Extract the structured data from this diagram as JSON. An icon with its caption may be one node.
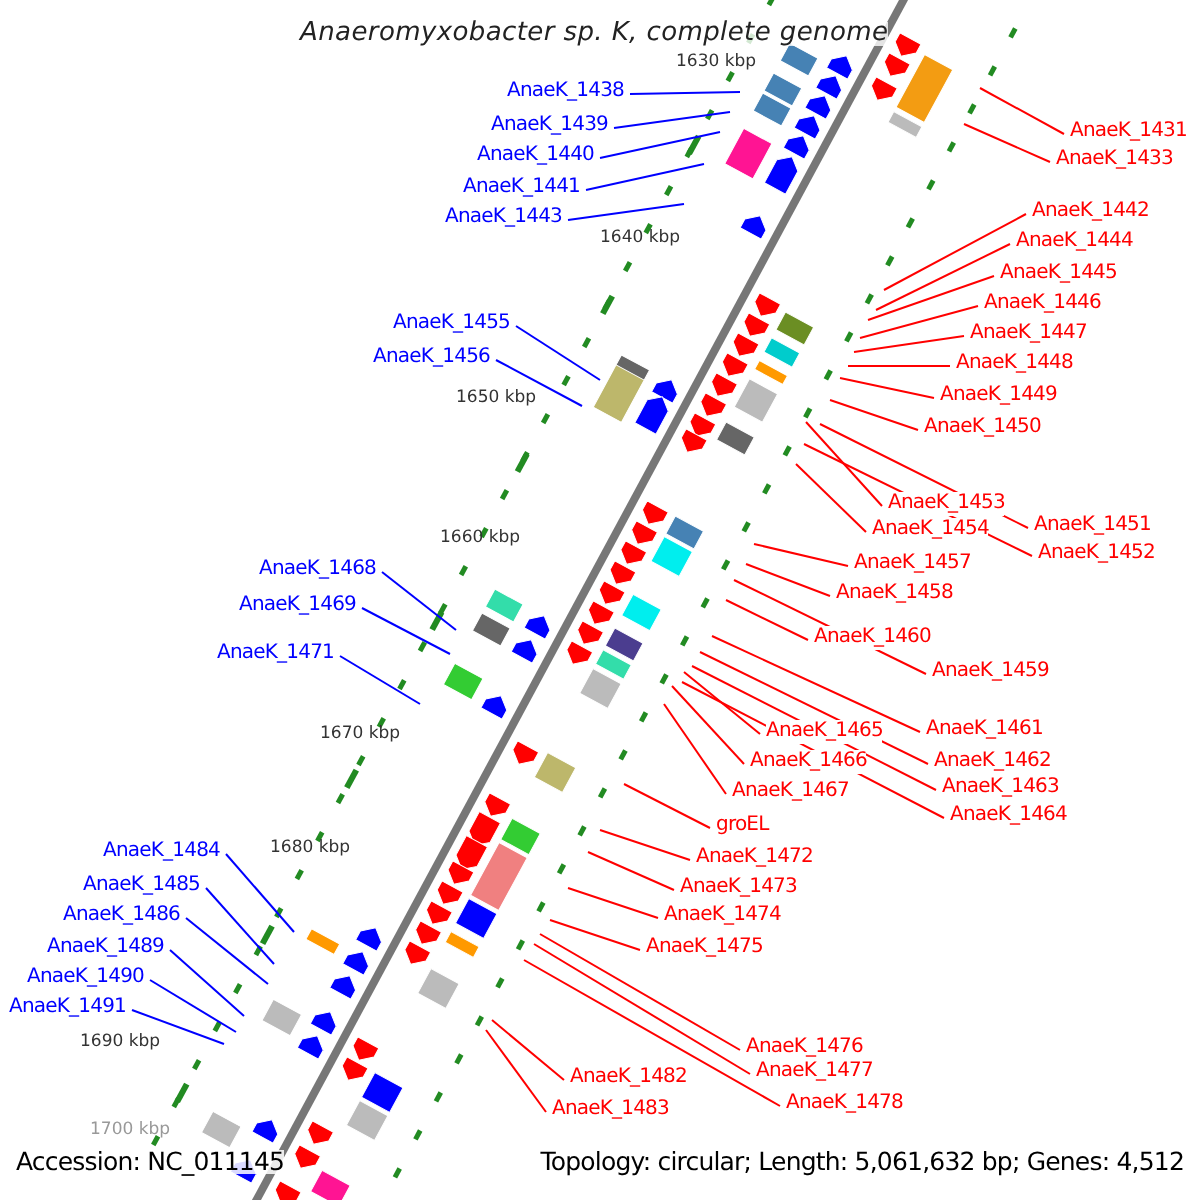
{
  "diagram": {
    "title": "Anaeromyxobacter sp. K, complete genome",
    "nodes": [
      {
        "text": [
          "AnaeK_1438"
        ]
      },
      {
        "text": [
          "AnaeK_1439"
        ]
      },
      {
        "text": [
          "AnaeK_1440"
        ]
      },
      {
        "text": [
          "AnaeK_1441"
        ]
      },
      {
        "text": [
          "AnaeK_1443"
        ]
      },
      {
        "text": [
          "AnaeK_1455"
        ]
      },
      {
        "text": [
          "AnaeK_1456"
        ]
      },
      {
        "text": [
          "AnaeK_1468"
        ]
      },
      {
        "text": [
          "AnaeK_1469"
        ]
      },
      {
        "text": [
          "AnaeK_1471"
        ]
      },
      {
        "text": [
          "AnaeK_1484"
        ]
      },
      {
        "text": [
          "AnaeK_1485"
        ]
      },
      {
        "text": [
          "AnaeK_1486"
        ]
      },
      {
        "text": [
          "AnaeK_1489"
        ]
      },
      {
        "text": [
          "AnaeK_1490"
        ]
      },
      {
        "text": [
          "AnaeK_1491"
        ]
      },
      {
        "text": [
          "AnaeK_1431"
        ]
      },
      {
        "text": [
          "AnaeK_1433"
        ]
      },
      {
        "text": [
          "AnaeK_1442"
        ]
      },
      {
        "text": [
          "AnaeK_1444"
        ]
      },
      {
        "text": [
          "AnaeK_1445"
        ]
      },
      {
        "text": [
          "AnaeK_1446"
        ]
      },
      {
        "text": [
          "AnaeK_1447"
        ]
      },
      {
        "text": [
          "AnaeK_1448"
        ]
      },
      {
        "text": [
          "AnaeK_1449"
        ]
      },
      {
        "text": [
          "AnaeK_1450"
        ]
      },
      {
        "text": [
          "AnaeK_1453"
        ]
      },
      {
        "text": [
          "AnaeK_1451"
        ]
      },
      {
        "text": [
          "AnaeK_1454"
        ]
      },
      {
        "text": [
          "AnaeK_1452"
        ]
      },
      {
        "text": [
          "AnaeK_1457"
        ]
      },
      {
        "text": [
          "AnaeK_1458"
        ]
      },
      {
        "text": [
          "AnaeK_1460"
        ]
      },
      {
        "text": [
          "AnaeK_1459"
        ]
      },
      {
        "text": [
          "AnaeK_1461"
        ]
      },
      {
        "text": [
          "AnaeK_1465"
        ]
      },
      {
        "text": [
          "AnaeK_1462"
        ]
      },
      {
        "text": [
          "AnaeK_1466"
        ]
      },
      {
        "text": [
          "AnaeK_1463"
        ]
      },
      {
        "text": [
          "AnaeK_1467"
        ]
      },
      {
        "text": [
          "AnaeK_1464"
        ]
      },
      {
        "text": [
          "groEL"
        ]
      },
      {
        "text": [
          "AnaeK_1472"
        ]
      },
      {
        "text": [
          "AnaeK_1473"
        ]
      },
      {
        "text": [
          "AnaeK_1474"
        ]
      },
      {
        "text": [
          "AnaeK_1475"
        ]
      },
      {
        "text": [
          "AnaeK_1476"
        ]
      },
      {
        "text": [
          "AnaeK_1477"
        ]
      },
      {
        "text": [
          "AnaeK_1478"
        ]
      },
      {
        "text": [
          "AnaeK_1482"
        ]
      },
      {
        "text": [
          "AnaeK_1483"
        ]
      }
    ],
    "edges": [
      {
        "from": 0,
        "to": null,
        "arrow": "none",
        "color": "#0000ff"
      },
      {
        "from": 1,
        "to": null,
        "arrow": "none",
        "color": "#0000ff"
      },
      {
        "from": 2,
        "to": null,
        "arrow": "none",
        "color": "#0000ff"
      },
      {
        "from": 3,
        "to": null,
        "arrow": "none",
        "color": "#0000ff"
      },
      {
        "from": 4,
        "to": null,
        "arrow": "none",
        "color": "#0000ff"
      },
      {
        "from": 5,
        "to": null,
        "arrow": "none",
        "color": "#0000ff"
      },
      {
        "from": 6,
        "to": null,
        "arrow": "none",
        "color": "#0000ff"
      },
      {
        "from": 7,
        "to": null,
        "arrow": "none",
        "color": "#0000ff"
      },
      {
        "from": 8,
        "to": null,
        "arrow": "none",
        "color": "#0000ff"
      },
      {
        "from": 9,
        "to": null,
        "arrow": "none",
        "color": "#0000ff"
      },
      {
        "from": 10,
        "to": null,
        "arrow": "none",
        "color": "#0000ff"
      },
      {
        "from": 11,
        "to": null,
        "arrow": "none",
        "color": "#0000ff"
      },
      {
        "from": 12,
        "to": null,
        "arrow": "none",
        "color": "#0000ff"
      },
      {
        "from": 13,
        "to": null,
        "arrow": "none",
        "color": "#0000ff"
      },
      {
        "from": 14,
        "to": null,
        "arrow": "none",
        "color": "#0000ff"
      },
      {
        "from": 15,
        "to": null,
        "arrow": "none",
        "color": "#0000ff"
      },
      {
        "from": 16,
        "to": null,
        "arrow": "none"
      },
      {
        "from": 17,
        "to": null,
        "arrow": "none"
      },
      {
        "from": 18,
        "to": null,
        "arrow": "none"
      },
      {
        "from": 19,
        "to": null,
        "arrow": "none"
      },
      {
        "from": 20,
        "to": null,
        "arrow": "none"
      },
      {
        "from": 21,
        "to": null,
        "arrow": "none"
      },
      {
        "from": 22,
        "to": null,
        "arrow": "none"
      },
      {
        "from": 23,
        "to": null,
        "arrow": "none"
      },
      {
        "from": 24,
        "to": null,
        "arrow": "none"
      },
      {
        "from": 25,
        "to": null,
        "arrow": "none"
      },
      {
        "from": 26,
        "to": null,
        "arrow": "none"
      },
      {
        "from": 27,
        "to": null,
        "arrow": "none"
      },
      {
        "from": 28,
        "to": null,
        "arrow": "none"
      },
      {
        "from": 29,
        "to": null,
        "arrow": "none"
      },
      {
        "from": 30,
        "to": null,
        "arrow": "none"
      },
      {
        "from": 31,
        "to": null,
        "arrow": "none"
      },
      {
        "from": 32,
        "to": null,
        "arrow": "none"
      },
      {
        "from": 33,
        "to": null,
        "arrow": "none"
      },
      {
        "from": 34,
        "to": null,
        "arrow": "none"
      },
      {
        "from": 35,
        "to": null,
        "arrow": "none"
      },
      {
        "from": 36,
        "to": null,
        "arrow": "none"
      },
      {
        "from": 37,
        "to": null,
        "arrow": "none"
      },
      {
        "from": 38,
        "to": null,
        "arrow": "none"
      },
      {
        "from": 39,
        "to": null,
        "arrow": "none"
      },
      {
        "from": 40,
        "to": null,
        "arrow": "none"
      },
      {
        "from": 41,
        "to": null,
        "arrow": "none"
      },
      {
        "from": 42,
        "to": null,
        "arrow": "none"
      },
      {
        "from": 43,
        "to": null,
        "arrow": "none"
      },
      {
        "from": 44,
        "to": null,
        "arrow": "none"
      },
      {
        "from": 45,
        "to": null,
        "arrow": "none"
      },
      {
        "from": 46,
        "to": null,
        "arrow": "none"
      },
      {
        "from": 47,
        "to": null,
        "arrow": "none"
      },
      {
        "from": 48,
        "to": null,
        "arrow": "none"
      },
      {
        "from": 49,
        "to": null,
        "arrow": "none"
      },
      {
        "from": 50,
        "to": null,
        "arrow": "none"
      }
    ],
    "labels": [
      "1630 kbp",
      "1640 kbp",
      "1650 kbp",
      "1660 kbp",
      "1670 kbp",
      "1680 kbp",
      "1690 kbp",
      "1700 kbp",
      "Accession: NC_011145",
      "Topology: circular; Length: 5,061,632 bp; Genes: 4,512"
    ]
  }
}
